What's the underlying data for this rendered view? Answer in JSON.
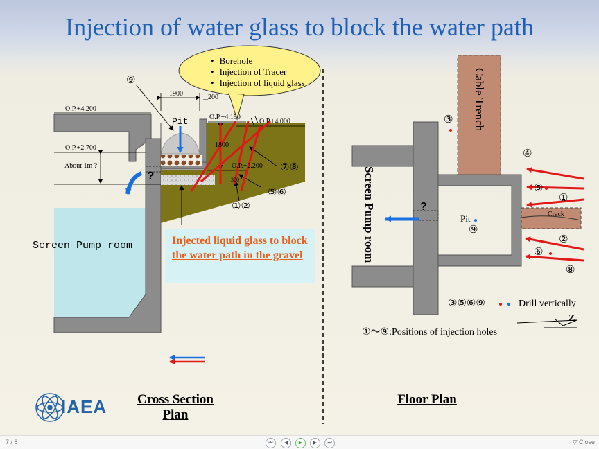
{
  "title": "Injection of water glass to block the water path",
  "callout": {
    "items": [
      "Borehole",
      "Injection of Tracer",
      "Injection of liquid glass"
    ]
  },
  "cross_section": {
    "levels": {
      "op_4200": "O.P.+4.200",
      "op_2700": "O.P.+2.700",
      "op_4150": "O.P.+4.150",
      "op_4000": "O.P.+4.000",
      "op_2200": "O.P.+2.200"
    },
    "dims": {
      "d1900": "1900",
      "d200": "200",
      "d1800": "1800",
      "d300": "300",
      "about_1m": "About 1m ?"
    },
    "pit": "Pit",
    "question": "?",
    "room": "Screen Pump room",
    "mark_9": "⑨",
    "mark_78": "⑦⑧",
    "mark_56": "⑤⑥",
    "mark_12": "①②",
    "note": "Injected liquid glass to block the water path in the gravel",
    "label": "Cross Section Plan"
  },
  "floor_plan": {
    "cable_trench": "Cable Trench",
    "room": "Screen Pump room",
    "question": "?",
    "pit": "Pit",
    "crack": "Crack",
    "marks": {
      "m3": "③",
      "m4": "④",
      "m5": "⑤",
      "m1": "①",
      "m2": "②",
      "m6": "⑥",
      "m8": "⑧",
      "m9": "⑨"
    },
    "drill_marks": "③⑤⑥⑨",
    "drill_text": "Drill vertically",
    "positions": "①～⑨:Positions of injection holes",
    "north": "Z",
    "label": "Floor Plan"
  },
  "logo": {
    "text": "IAEA"
  },
  "colors": {
    "title": "#1f5fb4",
    "concrete": "#8c8c8c",
    "soil": "#7c7417",
    "trench": "#c08b72",
    "arrow_red": "#e01818",
    "arrow_blue": "#1a6fe0",
    "note_text": "#e8601c",
    "note_bg": "#d6f2f5",
    "water": "#bfe6ea"
  },
  "navbar": {
    "page": "7 / 8",
    "close": "Close",
    "buttons": [
      {
        "name": "first-slide-button",
        "icon": "first-icon"
      },
      {
        "name": "prev-slide-button",
        "icon": "prev-icon"
      },
      {
        "name": "play-button",
        "icon": "play-icon"
      },
      {
        "name": "next-slide-button",
        "icon": "next-icon"
      },
      {
        "name": "last-slide-button",
        "icon": "last-icon"
      }
    ]
  }
}
